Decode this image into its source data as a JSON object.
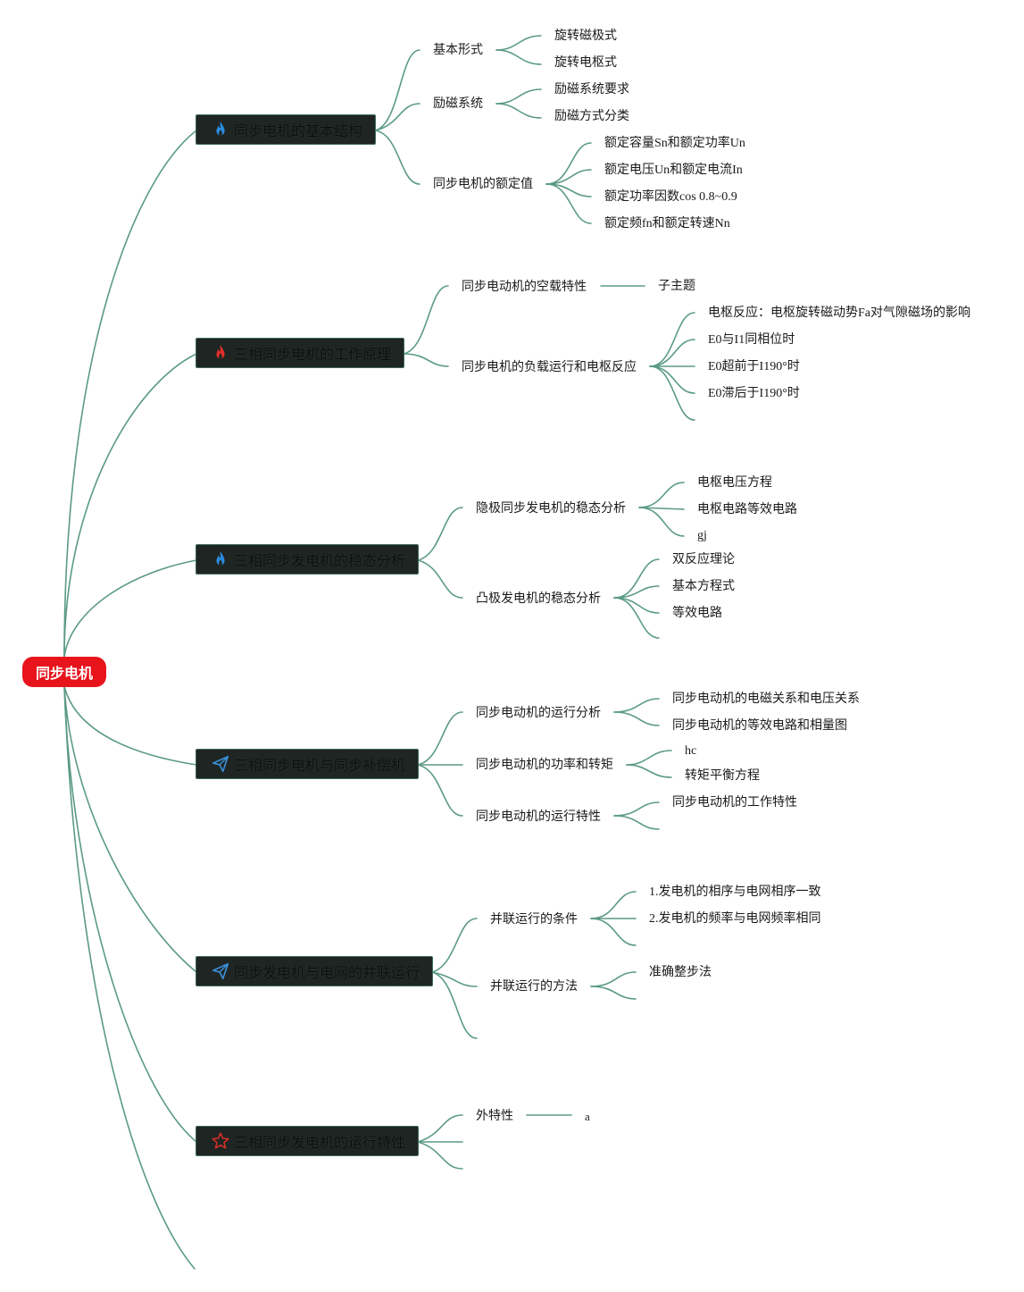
{
  "root": {
    "label": "同步电机"
  },
  "colors": {
    "root": "#e8141c",
    "branch_bg": "#1f2523",
    "line": "#5b9a86",
    "flame_blue": "#2a8ce0",
    "flame_red": "#e0302a",
    "plane_blue": "#3a8fd8",
    "star_red": "#e0302a"
  },
  "branches": [
    {
      "label": "同步电机的基本结构",
      "icon": "flame-blue-icon",
      "children": [
        {
          "label": "基本形式",
          "children": [
            "旋转磁极式",
            "旋转电枢式"
          ]
        },
        {
          "label": "励磁系统",
          "children": [
            "励磁系统要求",
            "励磁方式分类"
          ]
        },
        {
          "label": "同步电机的额定值",
          "children": [
            "额定容量Sn和额定功率Un",
            "额定电压Un和额定电流In",
            "额定功率因数cos 0.8~0.9",
            "额定频fn和额定转速Nn"
          ]
        }
      ]
    },
    {
      "label": "三相同步电机的工作原理",
      "icon": "flame-red-icon",
      "children": [
        {
          "label": "同步电动机的空载特性",
          "children": [
            "子主题"
          ]
        },
        {
          "label": "同步电机的负载运行和电枢反应",
          "children": [
            "电枢反应：电枢旋转磁动势Fa对气隙磁场的影响",
            "E0与I1同相位时",
            "E0超前于I190°时",
            "E0滞后于I190°时"
          ]
        }
      ]
    },
    {
      "label": "三相同步发电机的稳态分析",
      "icon": "flame-blue-icon",
      "children": [
        {
          "label": "隐极同步发电机的稳态分析",
          "children": [
            "电枢电压方程",
            "电枢电路等效电路",
            "gj"
          ]
        },
        {
          "label": "凸极发电机的稳态分析",
          "children": [
            "双反应理论",
            "基本方程式",
            "等效电路"
          ]
        }
      ]
    },
    {
      "label": "三相同步电机与同步补偿机",
      "icon": "paper-plane-icon",
      "children": [
        {
          "label": "同步电动机的运行分析",
          "children": [
            "同步电动机的电磁关系和电压关系",
            "同步电动机的等效电路和相量图"
          ]
        },
        {
          "label": "同步电动机的功率和转矩",
          "children": [
            "hc",
            "转矩平衡方程"
          ]
        },
        {
          "label": "同步电动机的运行特性",
          "children": [
            "同步电动机的工作特性"
          ]
        }
      ]
    },
    {
      "label": "同步发电机与电网的并联运行",
      "icon": "paper-plane-icon",
      "children": [
        {
          "label": "并联运行的条件",
          "children": [
            "1.发电机的相序与电网相序一致",
            "2.发电机的频率与电网频率相同"
          ]
        },
        {
          "label": "并联运行的方法",
          "children": [
            "准确整步法"
          ]
        }
      ]
    },
    {
      "label": "三相同步发电机的运行特性",
      "icon": "star-outline-icon",
      "children": [
        {
          "label": "外特性",
          "children": [
            "a"
          ]
        }
      ]
    }
  ]
}
